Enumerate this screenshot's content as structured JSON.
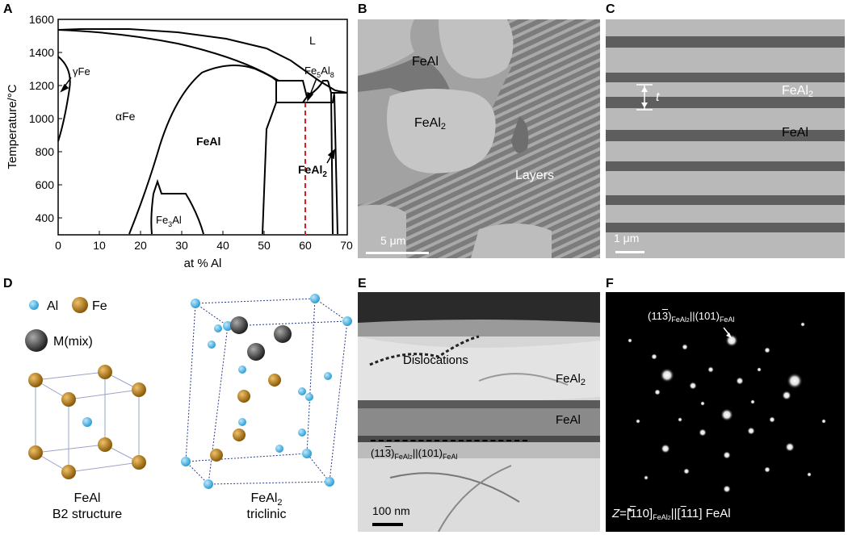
{
  "panels": {
    "a": "A",
    "b": "B",
    "c": "C",
    "d": "D",
    "e": "E",
    "f": "F"
  },
  "phase_diagram": {
    "ylabel": "Temperature/°C",
    "xlabel": "at % Al",
    "y_ticks": [
      "1600",
      "1400",
      "1200",
      "1000",
      "800",
      "600",
      "400"
    ],
    "x_ticks": [
      "0",
      "10",
      "20",
      "30",
      "40",
      "50",
      "60",
      "70"
    ],
    "labels": {
      "L": "L",
      "gammaFe": "γFe",
      "alphaFe": "αFe",
      "FeAl": "FeAl",
      "Fe5Al8_base": "Fe",
      "Fe5Al8_s1": "5",
      "Fe5Al8_mid": "Al",
      "Fe5Al8_s2": "8",
      "FeAl2_base": "FeAl",
      "FeAl2_sub": "2",
      "Fe3Al_base": "Fe",
      "Fe3Al_sub": "3",
      "Fe3Al_end": "Al"
    },
    "marker_color": "#e02020"
  },
  "panel_b": {
    "feal": "FeAl",
    "feal2_base": "FeAl",
    "feal2_sub": "2",
    "layers": "Layers",
    "scale": "5 μm"
  },
  "panel_c": {
    "t": "t",
    "feal2_base": "FeAl",
    "feal2_sub": "2",
    "feal": "FeAl",
    "scale": "1 μm"
  },
  "panel_d": {
    "legend_al": "Al",
    "legend_fe": "Fe",
    "legend_mix": "M(mix)",
    "left_name": "FeAl",
    "left_struct": "B2 structure",
    "right_name_base": "FeAl",
    "right_name_sub": "2",
    "right_struct": "triclinic",
    "al_color": "#2b9fd6",
    "fe_color": "#a6700f",
    "mix_color": "#3a3a3a"
  },
  "panel_e": {
    "dislocations": "Dislocations",
    "feal2_base": "FeAl",
    "feal2_sub": "2",
    "feal": "FeAl",
    "relation_a": "(11",
    "relation_bar": "3",
    "relation_b": ")",
    "relation_sub1": "FeAl",
    "relation_sub2": "2",
    "relation_mid": "||(101)",
    "relation_sub3": "FeAl",
    "scale": "100 nm"
  },
  "panel_f": {
    "rel_a": "(11",
    "rel_bar": "3",
    "rel_b": ")",
    "rel_sub1": "FeAl",
    "rel_sub2": "2",
    "rel_mid": "||(101)",
    "rel_sub3": "FeAl",
    "zone_a": "Z",
    "zone_b": "=[",
    "zone_bar1": "1",
    "zone_c": "10]",
    "zone_sub1": "FeAl",
    "zone_sub2": "2",
    "zone_d": "||[",
    "zone_bar2": "1",
    "zone_e": "11] FeAl"
  }
}
